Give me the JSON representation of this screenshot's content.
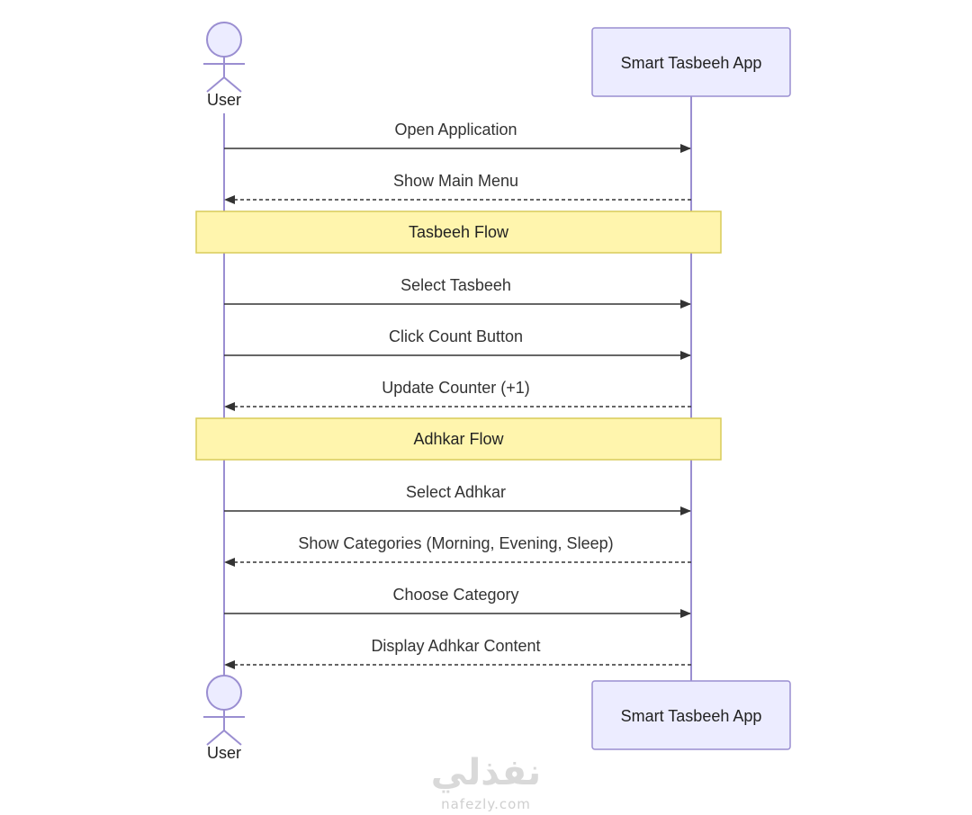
{
  "participants": {
    "user": {
      "label": "User",
      "kind": "actor"
    },
    "app": {
      "label": "Smart Tasbeeh App",
      "kind": "box"
    }
  },
  "steps": [
    {
      "type": "message",
      "from": "user",
      "to": "app",
      "label": "Open Application",
      "style": "solid"
    },
    {
      "type": "message",
      "from": "app",
      "to": "user",
      "label": "Show Main Menu",
      "style": "dashed"
    },
    {
      "type": "note",
      "label": "Tasbeeh Flow"
    },
    {
      "type": "message",
      "from": "user",
      "to": "app",
      "label": "Select Tasbeeh",
      "style": "solid"
    },
    {
      "type": "message",
      "from": "user",
      "to": "app",
      "label": "Click Count Button",
      "style": "solid"
    },
    {
      "type": "message",
      "from": "app",
      "to": "user",
      "label": "Update Counter (+1)",
      "style": "dashed"
    },
    {
      "type": "note",
      "label": "Adhkar Flow"
    },
    {
      "type": "message",
      "from": "user",
      "to": "app",
      "label": "Select Adhkar",
      "style": "solid"
    },
    {
      "type": "message",
      "from": "app",
      "to": "user",
      "label": "Show Categories (Morning, Evening, Sleep)",
      "style": "dashed"
    },
    {
      "type": "message",
      "from": "user",
      "to": "app",
      "label": "Choose Category",
      "style": "solid"
    },
    {
      "type": "message",
      "from": "app",
      "to": "user",
      "label": "Display Adhkar Content",
      "style": "dashed"
    }
  ],
  "colors": {
    "lifeline": "#9a8ed1",
    "participant_fill": "#ececff",
    "participant_border": "#9a8ed1",
    "note_fill": "#fff5ad",
    "note_border": "#d9cc5a",
    "arrow": "#333333"
  },
  "watermark": {
    "arabic": "نفذلي",
    "latin": "nafezly.com"
  }
}
